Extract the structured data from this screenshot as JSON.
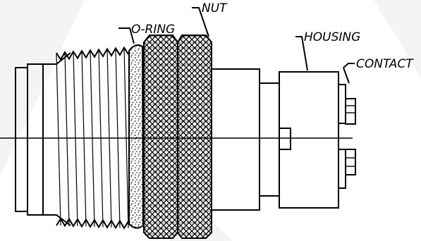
{
  "diagram": {
    "labels": {
      "o_ring": "O-RING",
      "nut": "NUT",
      "housing": "HOUSING",
      "contact": "CONTACT"
    },
    "colors": {
      "ink": "#000000",
      "watermark": "#f2f2f2",
      "background": "#ffffff"
    }
  }
}
